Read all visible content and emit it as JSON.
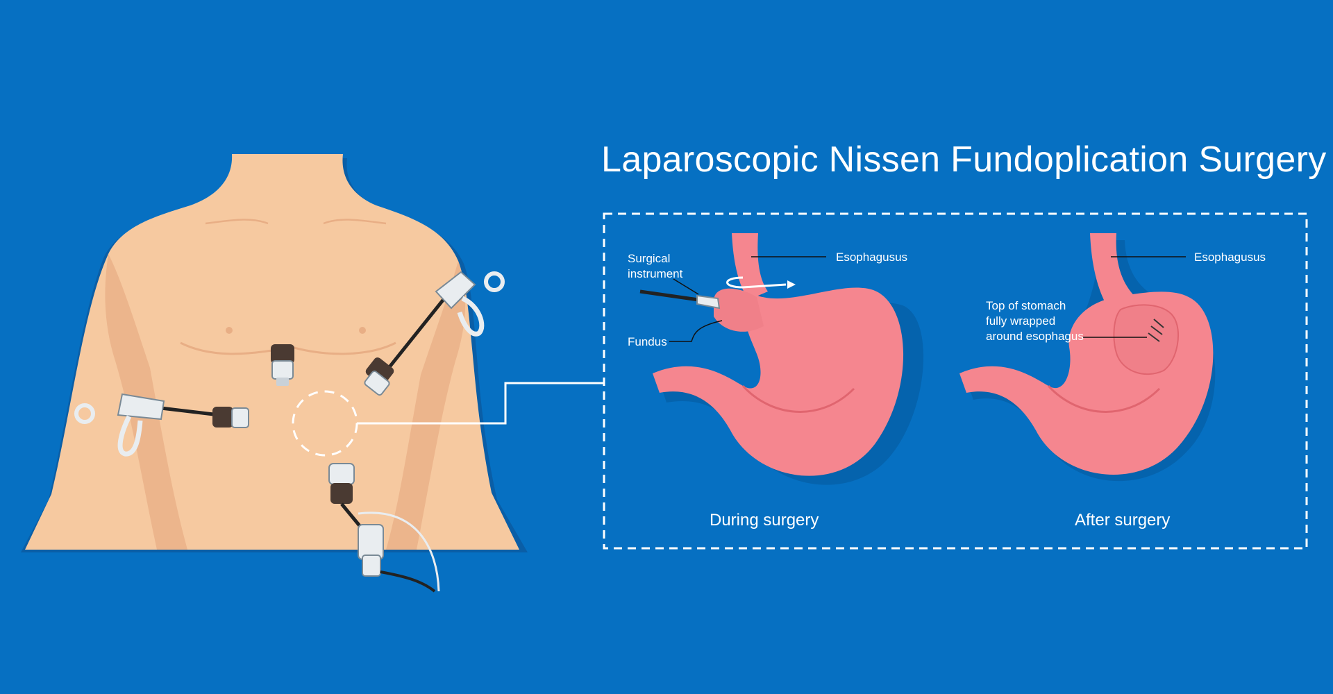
{
  "title": "Laparoscopic Nissen Fundoplication Surgery",
  "panels": {
    "during": {
      "caption": "During surgery",
      "labels": {
        "surgical_instrument": "Surgical\ninstrument",
        "esophagus": "Esophagusus",
        "fundus": "Fundus"
      }
    },
    "after": {
      "caption": "After surgery",
      "labels": {
        "esophagus": "Esophagusus",
        "wrap": "Top of stomach\nfully wrapped\naround esophagus"
      }
    }
  },
  "colors": {
    "background": "#0670c2",
    "skin": "#f6c9a0",
    "skin_shadow": "#e8ae85",
    "stomach": "#f5868f",
    "stomach_dark": "#e0656f",
    "instrument": "#e9edf0",
    "line": "#ffffff"
  },
  "icons": [
    "torso",
    "laparoscopic-port",
    "grasper-instrument",
    "camera-scope",
    "stomach",
    "rotation-arrow"
  ]
}
